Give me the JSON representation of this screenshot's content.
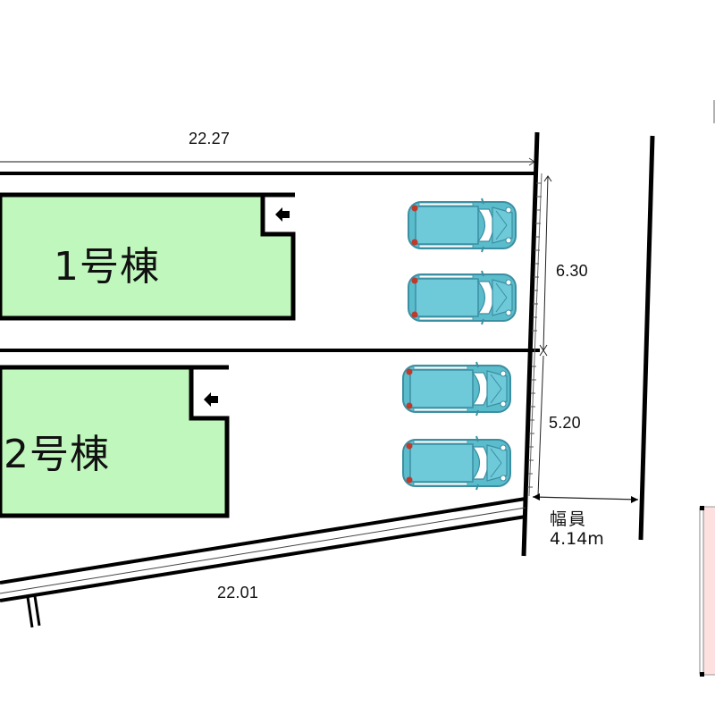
{
  "plan": {
    "colors": {
      "building_fill": "#c0f7bd",
      "line": "#000000",
      "car_body": "#5bbccc",
      "car_outline": "#3a8fa2",
      "taillight": "#c0392b",
      "adjacent_fill": "#fde0e0"
    },
    "dimensions": {
      "top_width": "22.27",
      "bottom_width": "22.01",
      "lot1_frontage": "6.30",
      "lot2_frontage": "5.20"
    },
    "buildings": [
      {
        "label": "1号棟",
        "entrance_icon": "arrow-left-icon"
      },
      {
        "label": "2号棟",
        "entrance_icon": "arrow-left-icon"
      }
    ],
    "parking": [
      {
        "lot": 1,
        "cars": 2
      },
      {
        "lot": 2,
        "cars": 2
      }
    ],
    "road": {
      "label_line1": "幅員",
      "label_line2": "4.14m"
    }
  }
}
